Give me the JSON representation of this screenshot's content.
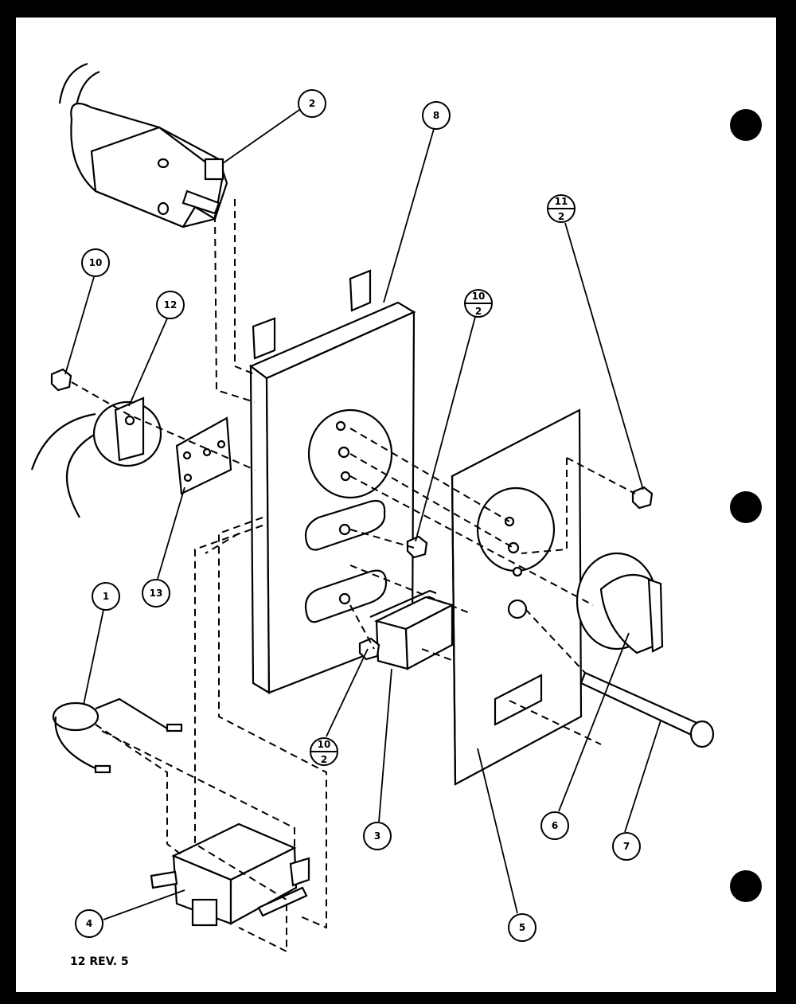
{
  "drawing_code": "12 REV. 5",
  "callouts": {
    "c2": "2",
    "c8": "8",
    "c10": "10",
    "c12": "12",
    "c11_2_top": "11",
    "c11_2_bottom": "2",
    "c10_2a_top": "10",
    "c10_2a_bottom": "2",
    "c13": "13",
    "c1": "1",
    "c10_2b_top": "10",
    "c10_2b_bottom": "2",
    "c3": "3",
    "c4": "4",
    "c5": "5",
    "c6": "6",
    "c7": "7"
  }
}
